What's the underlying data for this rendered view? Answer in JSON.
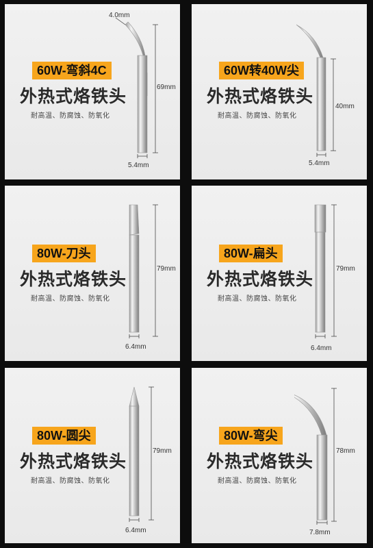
{
  "cards": [
    {
      "badge": "60W-弯斜4C",
      "title": "外热式烙铁头",
      "features": "耐高温、防腐蚀、防氧化",
      "length": "69mm",
      "diameter": "5.4mm",
      "tip_note": "4.0mm"
    },
    {
      "badge": "60W转40W尖",
      "title": "外热式烙铁头",
      "features": "耐高温、防腐蚀、防氧化",
      "length": "40mm",
      "diameter": "5.4mm"
    },
    {
      "badge": "80W-刀头",
      "title": "外热式烙铁头",
      "features": "耐高温、防腐蚀、防氧化",
      "length": "79mm",
      "diameter": "6.4mm"
    },
    {
      "badge": "80W-扁头",
      "title": "外热式烙铁头",
      "features": "耐高温、防腐蚀、防氧化",
      "length": "79mm",
      "diameter": "6.4mm"
    },
    {
      "badge": "80W-圆尖",
      "title": "外热式烙铁头",
      "features": "耐高温、防腐蚀、防氧化",
      "length": "79mm",
      "diameter": "6.4mm"
    },
    {
      "badge": "80W-弯尖",
      "title": "外热式烙铁头",
      "features": "耐高温、防腐蚀、防氧化",
      "length": "78mm",
      "diameter": "7.8mm"
    }
  ]
}
